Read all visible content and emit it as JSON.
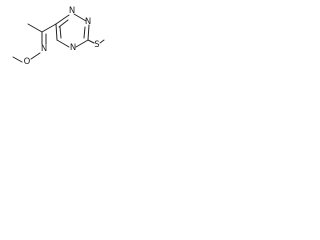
{
  "molecule": {
    "atoms": {
      "n1": "N",
      "n2": "N",
      "n4": "N",
      "s": "S",
      "n_oxime": "N",
      "o": "O"
    }
  }
}
